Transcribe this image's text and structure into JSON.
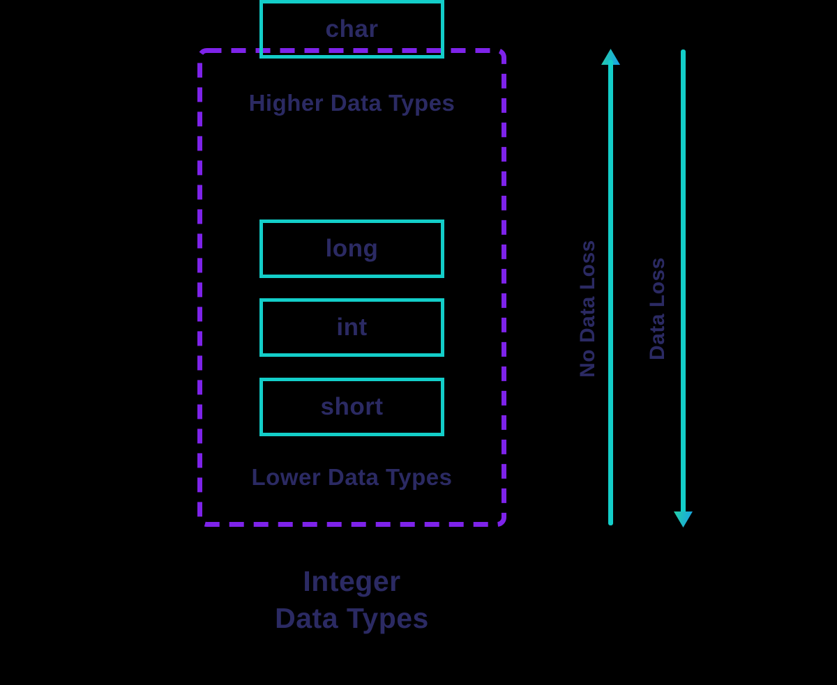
{
  "colors": {
    "background": "#000000",
    "dash_border": "#7E23EA",
    "box_border": "#13CEC9",
    "text": "#2B2A63",
    "arrow_line": "#13CEC9",
    "arrowhead_start": "#24D1A6",
    "arrowhead_end": "#18A0E8"
  },
  "group": {
    "higher_label": "Higher Data Types",
    "lower_label": "Lower Data Types"
  },
  "types": [
    {
      "label": "long"
    },
    {
      "label": "int"
    },
    {
      "label": "short"
    },
    {
      "label": "char"
    }
  ],
  "arrows": {
    "up_label": "No Data Loss",
    "down_label": "Data Loss"
  },
  "title": {
    "line1": "Integer",
    "line2": "Data Types"
  }
}
